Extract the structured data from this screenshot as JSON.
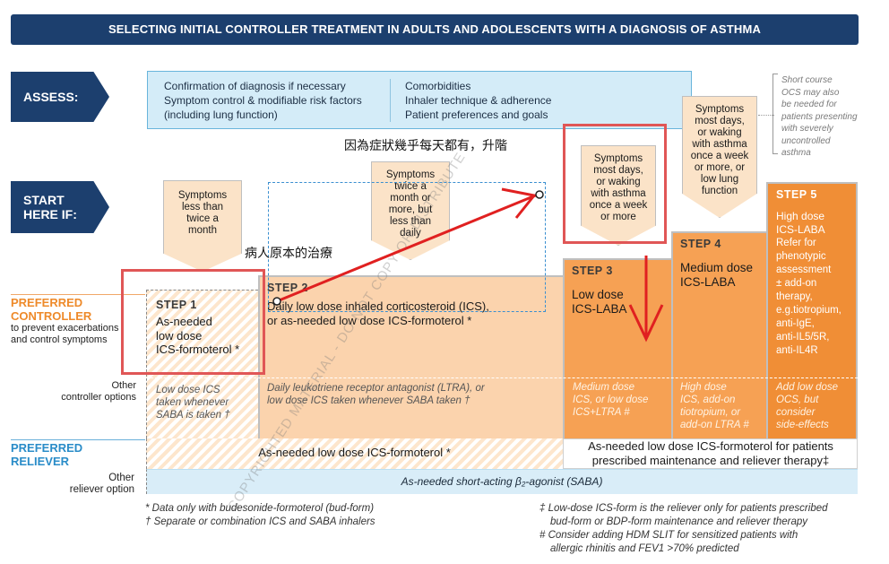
{
  "banner": {
    "title": "SELECTING INITIAL CONTROLLER TREATMENT IN ADULTS AND ADOLESCENTS WITH A DIAGNOSIS OF ASTHMA"
  },
  "assess": {
    "label": "ASSESS:",
    "left": [
      "Confirmation of diagnosis if necessary",
      "Symptom control & modifiable risk factors",
      "(including lung function)"
    ],
    "right": [
      "Comorbidities",
      "Inhaler technique & adherence",
      "Patient preferences and goals"
    ],
    "ocs_note": [
      "Short course",
      "OCS may also",
      "be needed for",
      "patients presenting",
      "with severely",
      "uncontrolled",
      "asthma"
    ]
  },
  "start": {
    "label_line1": "START",
    "label_line2": "HERE IF:"
  },
  "callouts": {
    "step1": [
      "Symptoms",
      "less than",
      "twice a",
      "month"
    ],
    "step2": [
      "Symptoms",
      "twice a",
      "month or",
      "more, but",
      "less than",
      "daily"
    ],
    "step3": [
      "Symptoms",
      "most days,",
      "or waking",
      "with asthma",
      "once a week",
      "or more"
    ],
    "step4": [
      "Symptoms",
      "most days,",
      "or waking",
      "with asthma",
      "once a week",
      "or more, or",
      "low lung",
      "function"
    ]
  },
  "rows": {
    "preferred_controller": [
      "PREFERRED",
      "CONTROLLER"
    ],
    "preferred_controller_sub": [
      "to prevent exacerbations",
      "and control symptoms"
    ],
    "other_controller": [
      "Other",
      "controller options"
    ],
    "preferred_reliever": [
      "PREFERRED",
      "RELIEVER"
    ],
    "other_reliever": [
      "Other",
      "reliever option"
    ]
  },
  "steps": {
    "s1": {
      "title": "STEP 1",
      "body": [
        "As-needed",
        "low dose",
        "ICS-formoterol *"
      ],
      "other": [
        "Low dose ICS",
        "taken whenever",
        "SABA is taken †"
      ]
    },
    "s2": {
      "title": "STEP 2",
      "body": [
        "Daily low dose inhaled corticosteroid (ICS),",
        "or as-needed low dose ICS-formoterol *"
      ],
      "other": [
        "Daily leukotriene receptor antagonist (LTRA), or",
        "low dose ICS taken whenever SABA taken †"
      ]
    },
    "s3": {
      "title": "STEP 3",
      "body": [
        "Low dose",
        "ICS-LABA"
      ],
      "other": [
        "Medium dose",
        "ICS, or low dose",
        "ICS+LTRA #"
      ]
    },
    "s4": {
      "title": "STEP 4",
      "body": [
        "Medium dose",
        "ICS-LABA"
      ],
      "other": [
        "High dose",
        "ICS, add-on",
        "tiotropium, or",
        "add-on LTRA #"
      ]
    },
    "s5": {
      "title": "STEP 5",
      "body": [
        "High dose",
        "ICS-LABA",
        "Refer for",
        "phenotypic",
        "assessment",
        "± add-on",
        "therapy,",
        "e.g.tiotropium,",
        "anti-IgE,",
        "anti-IL5/5R,",
        "anti-IL4R"
      ],
      "other": [
        "Add low dose",
        "OCS, but",
        "consider",
        "side-effects"
      ]
    }
  },
  "reliever": {
    "left": "As-needed low dose ICS-formoterol *",
    "right": [
      "As-needed low dose ICS-formoterol  for patients",
      "prescribed maintenance and reliever therapy‡"
    ],
    "other": "As-needed short-acting β₂-agonist (SABA)"
  },
  "footnotes": {
    "left": [
      "* Data only with budesonide-formoterol (bud-form)",
      "† Separate or combination ICS and SABA inhalers"
    ],
    "right": [
      "‡ Low-dose ICS-form is the reliever only for patients prescribed",
      "bud-form or BDP-form maintenance and reliever therapy",
      "# Consider adding HDM SLIT for sensitized patients with",
      "allergic rhinitis and FEV1 >70% predicted"
    ]
  },
  "annotations": {
    "upgrade_note": "因為症狀幾乎每天都有，升階",
    "original_note": "病人原本的治療"
  },
  "watermark": "COPYRIGHTED MATERIAL - DO NOT COPY OR DISTRIBUTE",
  "colors": {
    "navy": "#1c3f6e",
    "light_orange": "#fbd3ad",
    "orange": "#f6a154",
    "dark_orange": "#f08e36",
    "light_blue": "#d4ecf8",
    "red_annotation": "#e05656"
  }
}
